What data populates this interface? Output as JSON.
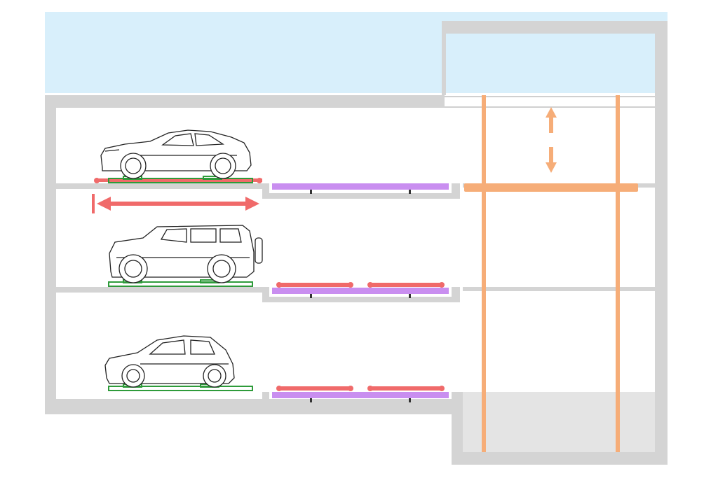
{
  "colors": {
    "sky": "#d8effb",
    "wall": "#d4d4d4",
    "pit_floor": "#e4e4e4",
    "green_platform": "#2e9b3a",
    "red_conveyor": "#f06a6a",
    "purple_tray": "#c98ef0",
    "orange_lift": "#f6ad78"
  },
  "levels": [
    {
      "level": "top",
      "vehicle": "coupe"
    },
    {
      "level": "middle",
      "vehicle": "suv"
    },
    {
      "level": "bottom",
      "vehicle": "hatchback"
    }
  ],
  "motions": [
    {
      "name": "horizontal-shift",
      "direction": "left-right",
      "color": "red_conveyor"
    },
    {
      "name": "vertical-lift",
      "direction": "up-down",
      "color": "orange_lift"
    }
  ]
}
